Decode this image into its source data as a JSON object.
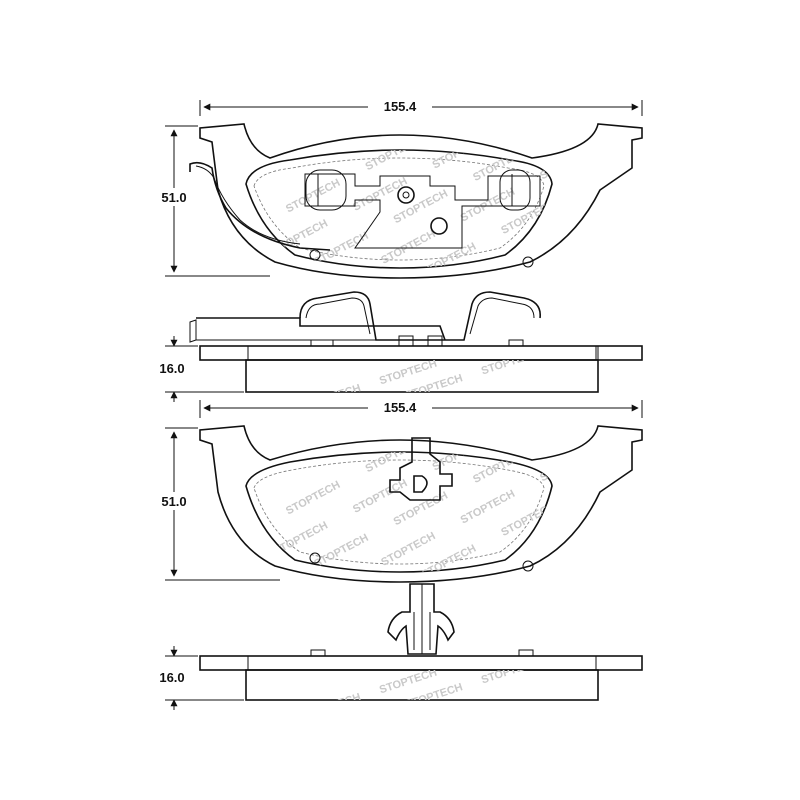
{
  "dimensions": {
    "top_width": "155.4",
    "top_height": "51.0",
    "top_thickness": "16.0",
    "bottom_width": "155.4",
    "bottom_height": "51.0",
    "bottom_thickness": "16.0"
  },
  "watermark": {
    "brand": "STOPTECH"
  },
  "colors": {
    "line": "#111111",
    "watermark": "#c9c9c9",
    "background": "#ffffff"
  }
}
